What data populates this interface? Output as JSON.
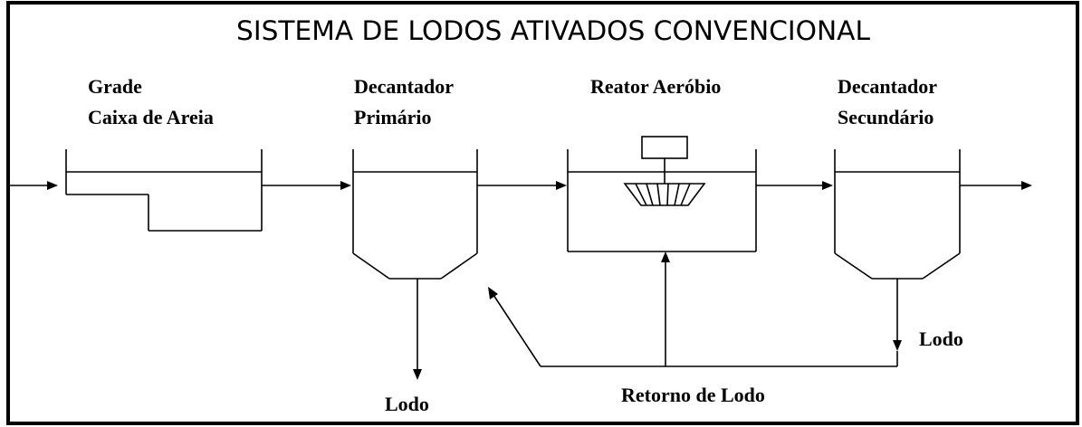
{
  "title": "SISTEMA DE LODOS ATIVADOS CONVENCIONAL",
  "units": {
    "grade": {
      "line1": "Grade",
      "line2": "Caixa de Areia"
    },
    "primary_clarifier": {
      "line1": "Decantador",
      "line2": "Primário"
    },
    "aerobic_reactor": {
      "line1": "Reator Aeróbio"
    },
    "secondary_clarifier": {
      "line1": "Decantador",
      "line2": "Secundário"
    }
  },
  "outputs": {
    "primary_sludge": "Lodo",
    "secondary_sludge": "Lodo",
    "sludge_return": "Retorno de Lodo"
  }
}
